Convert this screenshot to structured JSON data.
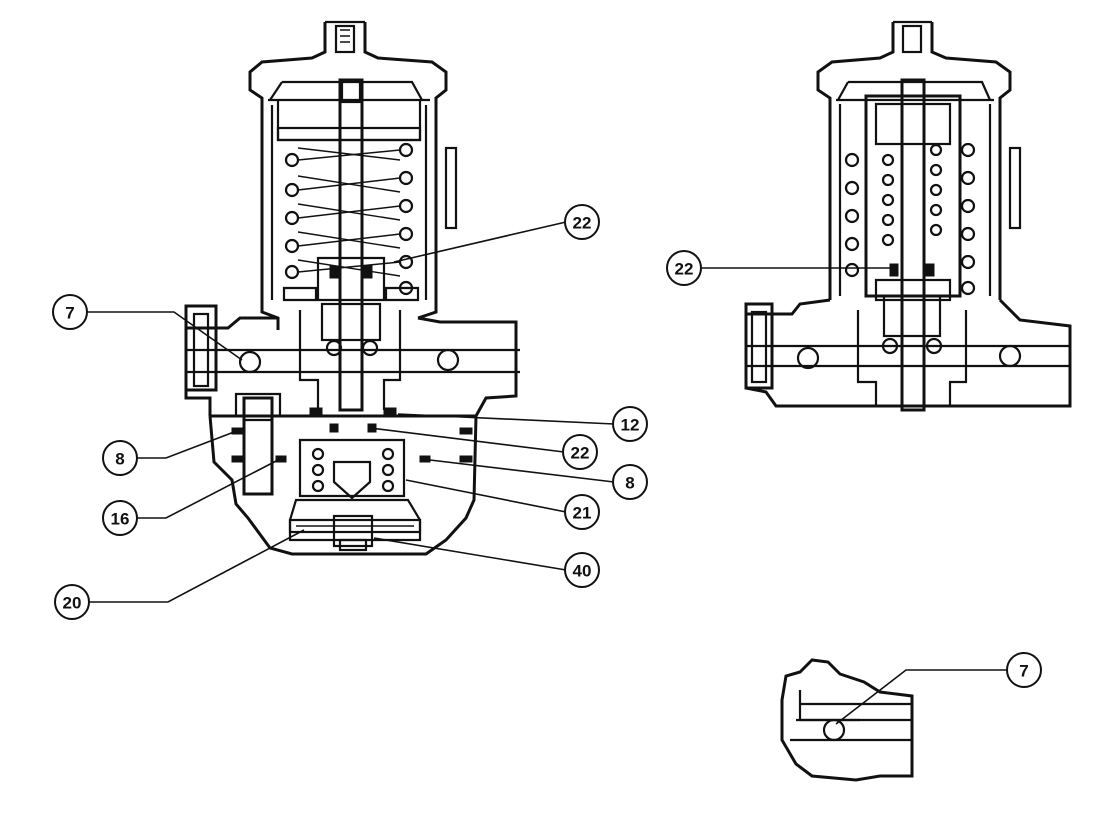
{
  "callouts": [
    {
      "id": "c22a",
      "text": "22"
    },
    {
      "id": "c7a",
      "text": "7"
    },
    {
      "id": "c12",
      "text": "12"
    },
    {
      "id": "c22b",
      "text": "22"
    },
    {
      "id": "c8a",
      "text": "8"
    },
    {
      "id": "c8b",
      "text": "8"
    },
    {
      "id": "c16",
      "text": "16"
    },
    {
      "id": "c21",
      "text": "21"
    },
    {
      "id": "c40",
      "text": "40"
    },
    {
      "id": "c20",
      "text": "20"
    },
    {
      "id": "c22c",
      "text": "22"
    },
    {
      "id": "c7b",
      "text": "7"
    }
  ]
}
